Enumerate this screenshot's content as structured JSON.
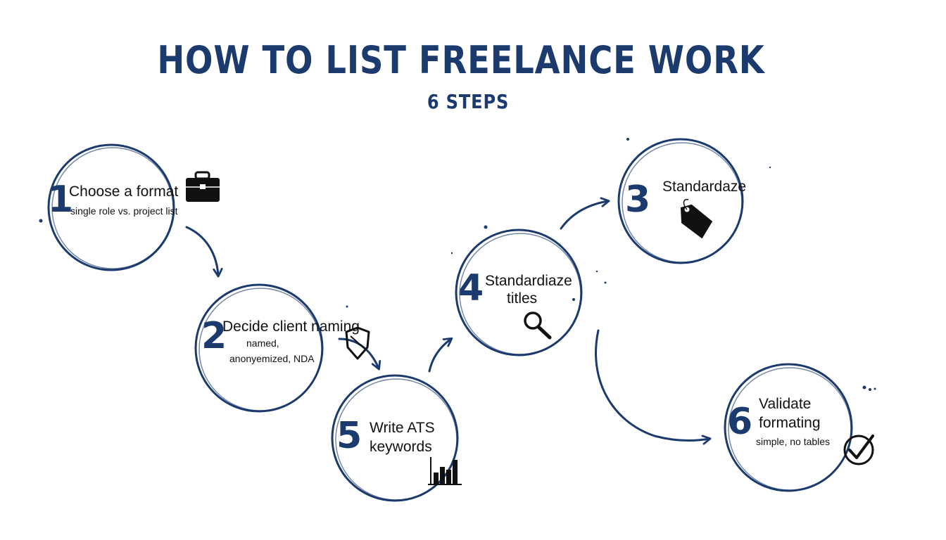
{
  "header": {
    "title": "HOW TO LIST FREELANCE WORK",
    "subtitle": "6 STEPS"
  },
  "colors": {
    "accent": "#1b3a6e",
    "ink": "#111111",
    "background": "#ffffff"
  },
  "steps": [
    {
      "number": "1",
      "title": "Choose a format",
      "subtitle": "single role vs. project list",
      "icon": "briefcase-icon"
    },
    {
      "number": "2",
      "title": "Decide client naming",
      "subtitle_line1": "named,",
      "subtitle_line2": "anonyemized, NDA",
      "icon": "shield-icon"
    },
    {
      "number": "3",
      "title": "Standardaze",
      "icon": "tag-icon"
    },
    {
      "number": "4",
      "title_line1": "Standardiaze",
      "title_line2": "titles",
      "icon": "magnifier-icon"
    },
    {
      "number": "5",
      "title_line1": "Write ATS",
      "title_line2": "keywords",
      "icon": "bar-chart-icon"
    },
    {
      "number": "6",
      "title_line1": "Validate",
      "title_line2": "formating",
      "subtitle": "simple, no tables",
      "icon": "check-circle-icon"
    }
  ]
}
